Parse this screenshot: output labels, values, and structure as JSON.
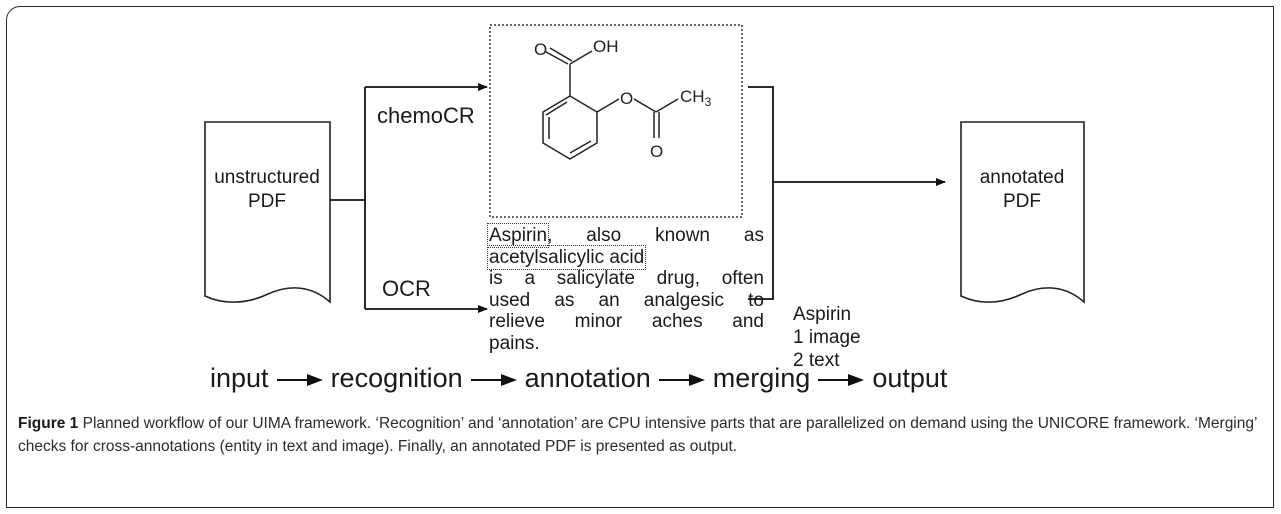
{
  "diagram": {
    "input_doc": {
      "line1": "unstructured",
      "line2": "PDF"
    },
    "output_doc": {
      "line1": "annotated",
      "line2": "PDF"
    },
    "branch_top": "chemoCR",
    "branch_bottom": "OCR",
    "molecule": {
      "oh": "OH",
      "ch3": "CH",
      "ch3_sub": "3",
      "o_top": "O",
      "o_ester": "O",
      "o_carbonyl": "O"
    },
    "ocr_text": {
      "word1": "Aspirin",
      "rest1": ", also known as",
      "word2": "acetylsalicylic acid",
      "line3": "is a salicylate drug, often",
      "line4": "used as an analgesic to",
      "line5": "relieve minor aches and",
      "line6": "pains."
    },
    "merge_result": [
      "Aspirin",
      "1 image",
      "2 text"
    ],
    "pipeline": [
      "input",
      "recognition",
      "annotation",
      "merging",
      "output"
    ]
  },
  "caption": {
    "label": "Figure 1",
    "text": "Planned workflow of our UIMA framework. ‘Recognition’ and ‘annotation’ are CPU intensive parts that are parallelized on demand using the UNICORE framework. ‘Merging’ checks for cross-annotations (entity in text and image). Finally, an annotated PDF is presented as output."
  }
}
